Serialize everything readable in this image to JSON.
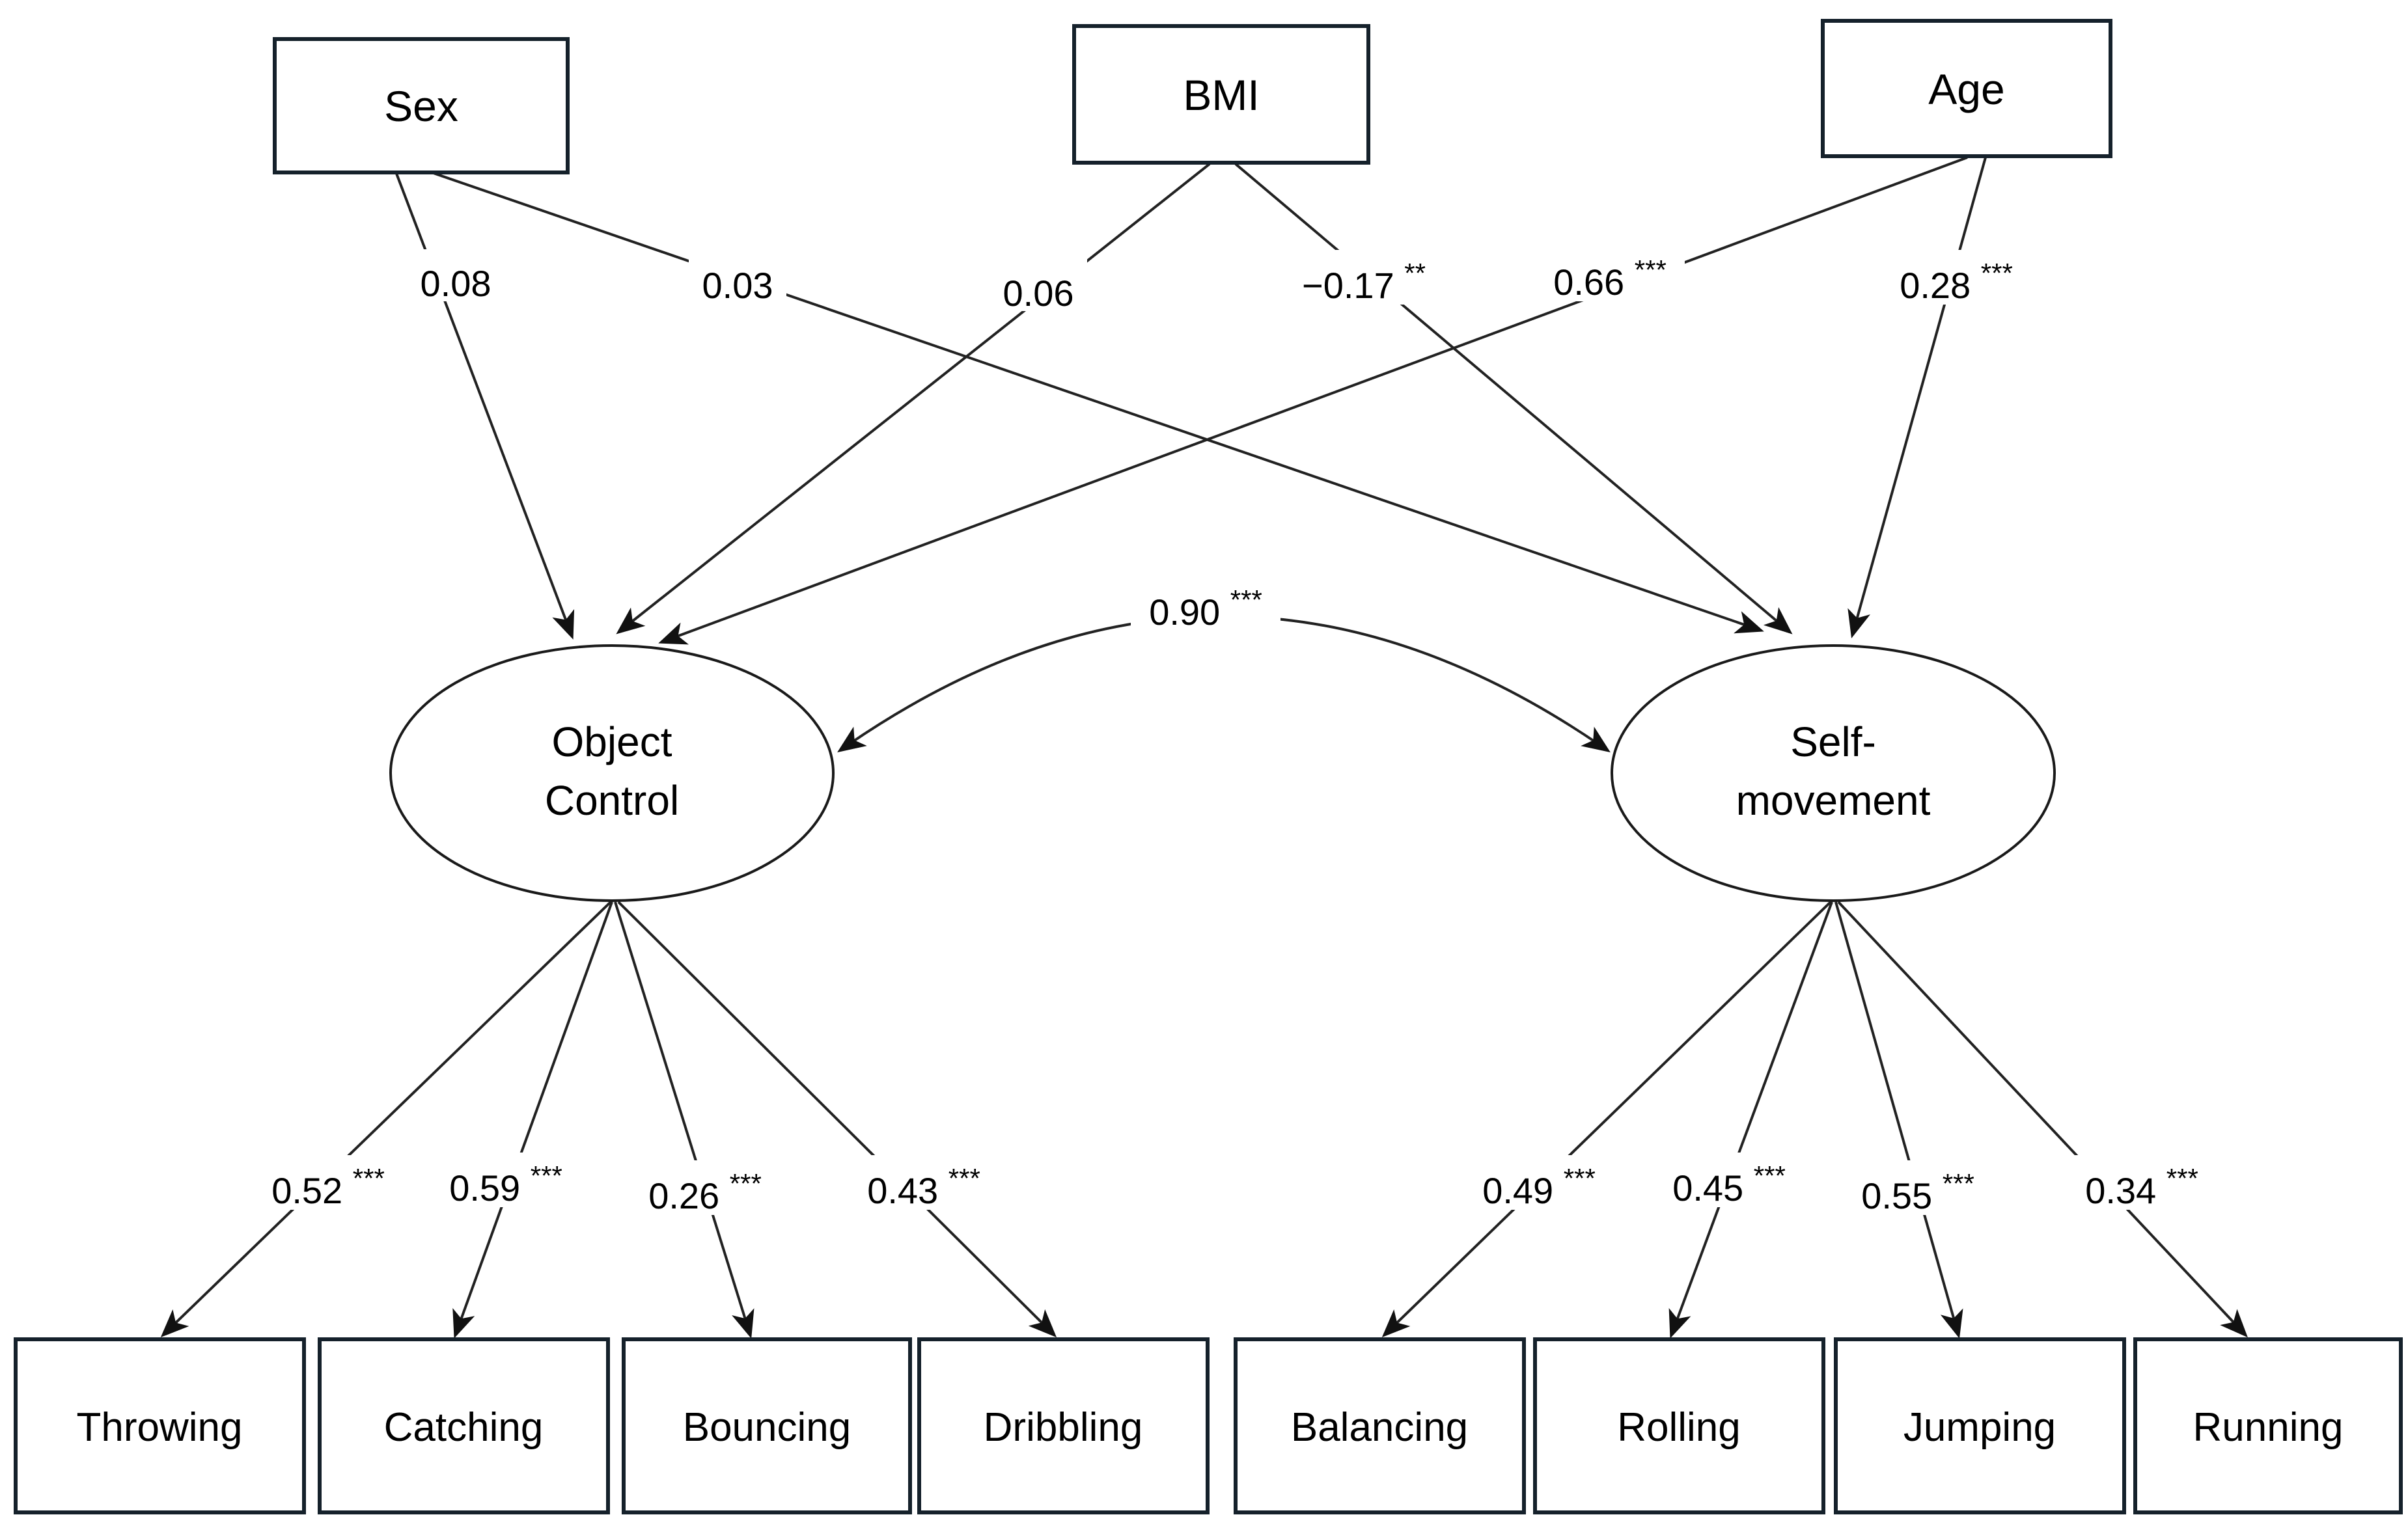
{
  "figure": {
    "type": "sem-path-diagram",
    "background_color": "#ffffff",
    "box_border_color": "#15212b",
    "line_color": "#222222",
    "text_color": "#000000"
  },
  "exogenous": [
    {
      "label": "Sex"
    },
    {
      "label": "BMI"
    },
    {
      "label": "Age"
    }
  ],
  "latent": [
    {
      "line1": "Object",
      "line2": "Control"
    },
    {
      "line1": "Self-",
      "line2": "movement"
    }
  ],
  "indicators": [
    {
      "label": "Throwing"
    },
    {
      "label": "Catching"
    },
    {
      "label": "Bouncing"
    },
    {
      "label": "Dribbling"
    },
    {
      "label": "Balancing"
    },
    {
      "label": "Rolling"
    },
    {
      "label": "Jumping"
    },
    {
      "label": "Running"
    }
  ],
  "paths": [
    {
      "from": "Sex",
      "to": "Object Control",
      "value": "0.08",
      "stars": ""
    },
    {
      "from": "Sex",
      "to": "Self-movement",
      "value": "0.03",
      "stars": ""
    },
    {
      "from": "BMI",
      "to": "Object Control",
      "value": "0.06",
      "stars": ""
    },
    {
      "from": "BMI",
      "to": "Self-movement",
      "value": "−0.17",
      "stars": "**"
    },
    {
      "from": "Age",
      "to": "Object Control",
      "value": "0.66",
      "stars": "***"
    },
    {
      "from": "Age",
      "to": "Self-movement",
      "value": "0.28",
      "stars": "***"
    }
  ],
  "covariance": {
    "between": [
      "Object Control",
      "Self-movement"
    ],
    "value": "0.90",
    "stars": "***"
  },
  "loadings": [
    {
      "factor": "Object Control",
      "indicator": "Throwing",
      "value": "0.52",
      "stars": "***"
    },
    {
      "factor": "Object Control",
      "indicator": "Catching",
      "value": "0.59",
      "stars": "***"
    },
    {
      "factor": "Object Control",
      "indicator": "Bouncing",
      "value": "0.26",
      "stars": "***"
    },
    {
      "factor": "Object Control",
      "indicator": "Dribbling",
      "value": "0.43",
      "stars": "***"
    },
    {
      "factor": "Self-movement",
      "indicator": "Balancing",
      "value": "0.49",
      "stars": "***"
    },
    {
      "factor": "Self-movement",
      "indicator": "Rolling",
      "value": "0.45",
      "stars": "***"
    },
    {
      "factor": "Self-movement",
      "indicator": "Jumping",
      "value": "0.55",
      "stars": "***"
    },
    {
      "factor": "Self-movement",
      "indicator": "Running",
      "value": "0.34",
      "stars": "***"
    }
  ]
}
